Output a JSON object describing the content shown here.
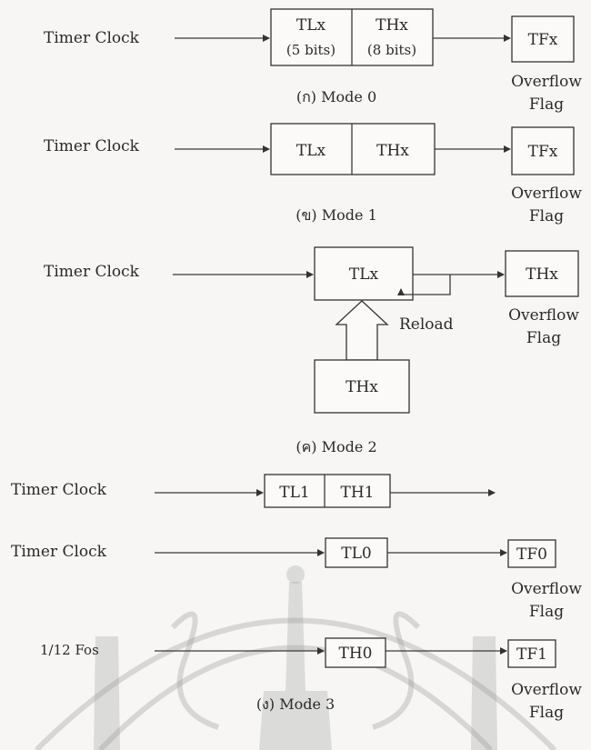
{
  "mode0": {
    "clock": "Timer Clock",
    "tl": "TLx",
    "tl_bits": "(5 bits)",
    "th": "THx",
    "th_bits": "(8 bits)",
    "flag": "TFx",
    "flag_label1": "Overflow",
    "flag_label2": "Flag",
    "caption": "(ก) Mode 0"
  },
  "mode1": {
    "clock": "Timer Clock",
    "tl": "TLx",
    "th": "THx",
    "flag": "TFx",
    "flag_label1": "Overflow",
    "flag_label2": "Flag",
    "caption": "(ข) Mode 1"
  },
  "mode2": {
    "clock": "Timer Clock",
    "tl": "TLx",
    "out": "THx",
    "flag_label1": "Overflow",
    "flag_label2": "Flag",
    "reload": "Reload",
    "reload_src": "THx",
    "caption": "(ค) Mode 2"
  },
  "mode3": {
    "clock1": "Timer Clock",
    "tl1": "TL1",
    "th1": "TH1",
    "clock2": "Timer Clock",
    "tl0": "TL0",
    "tf0": "TF0",
    "flag0_label1": "Overflow",
    "flag0_label2": "Flag",
    "clock3": "1/12 Fos",
    "th0": "TH0",
    "tf1": "TF1",
    "flag1_label1": "Overflow",
    "flag1_label2": "Flag",
    "caption": "(ง) Mode 3"
  },
  "colors": {
    "ink": "#2a2a2a",
    "watermark": "#9b9b9b"
  }
}
